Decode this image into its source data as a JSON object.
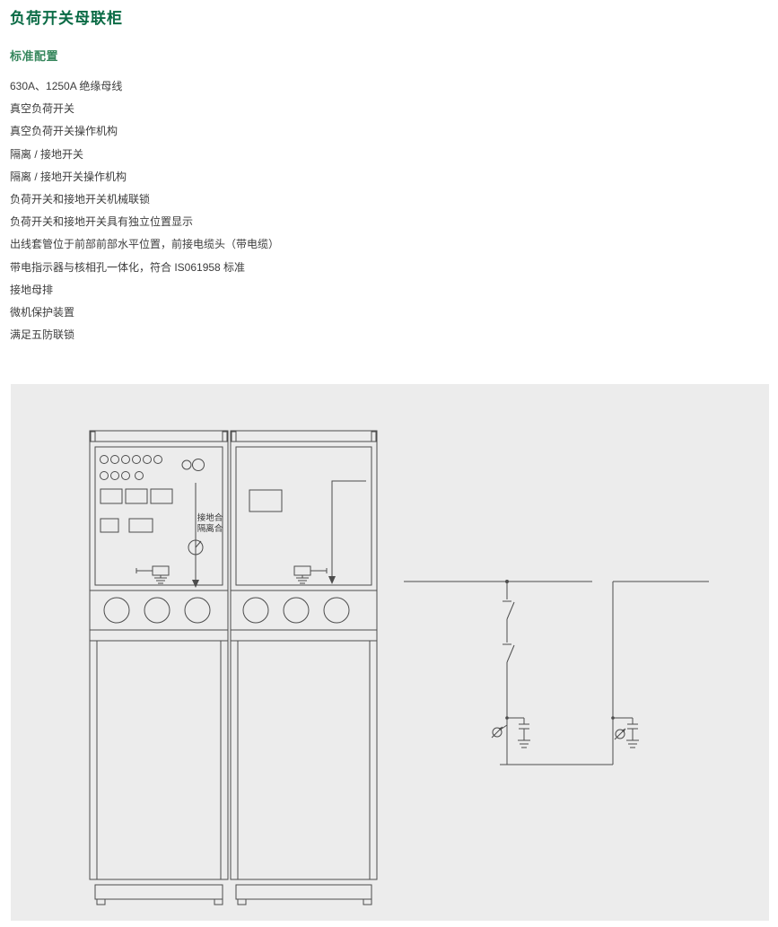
{
  "page": {
    "title": "负荷开关母联柜",
    "section_heading": "标准配置"
  },
  "features": {
    "items": [
      "630A、1250A 绝缘母线",
      "真空负荷开关",
      "真空负荷开关操作机构",
      "隔离 / 接地开关",
      "隔离 / 接地开关操作机构",
      "负荷开关和接地开关机械联锁",
      "负荷开关和接地开关具有独立位置显示",
      "出线套管位于前部前部水平位置，前接电缆头（带电缆）",
      "带电指示器与核相孔一体化，符合 IS061958 标准",
      "接地母排",
      "微机保护装置",
      "满足五防联锁"
    ]
  },
  "diagram": {
    "labels": {
      "earth_closed": "接地合",
      "isolate_closed": "隔离合"
    }
  },
  "colors": {
    "title_green": "#0a6b45",
    "heading_green": "#37875d",
    "panel_bg": "#ececec",
    "line": "#4d4d4d",
    "text": "#3c3c3c"
  }
}
